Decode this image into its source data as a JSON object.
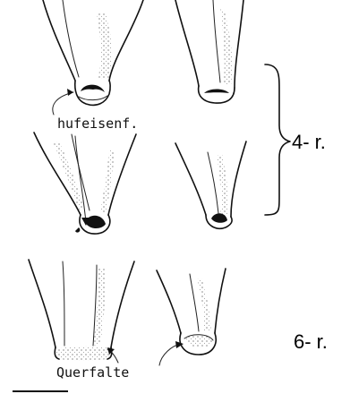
{
  "annotations": {
    "horseshoe": "hufeisenf.",
    "cross_fold": "Querfalte"
  },
  "group_labels": {
    "four_rayed": "4- r.",
    "six_rayed": "6- r."
  },
  "colors": {
    "ink": "#111111",
    "background": "#ffffff"
  }
}
